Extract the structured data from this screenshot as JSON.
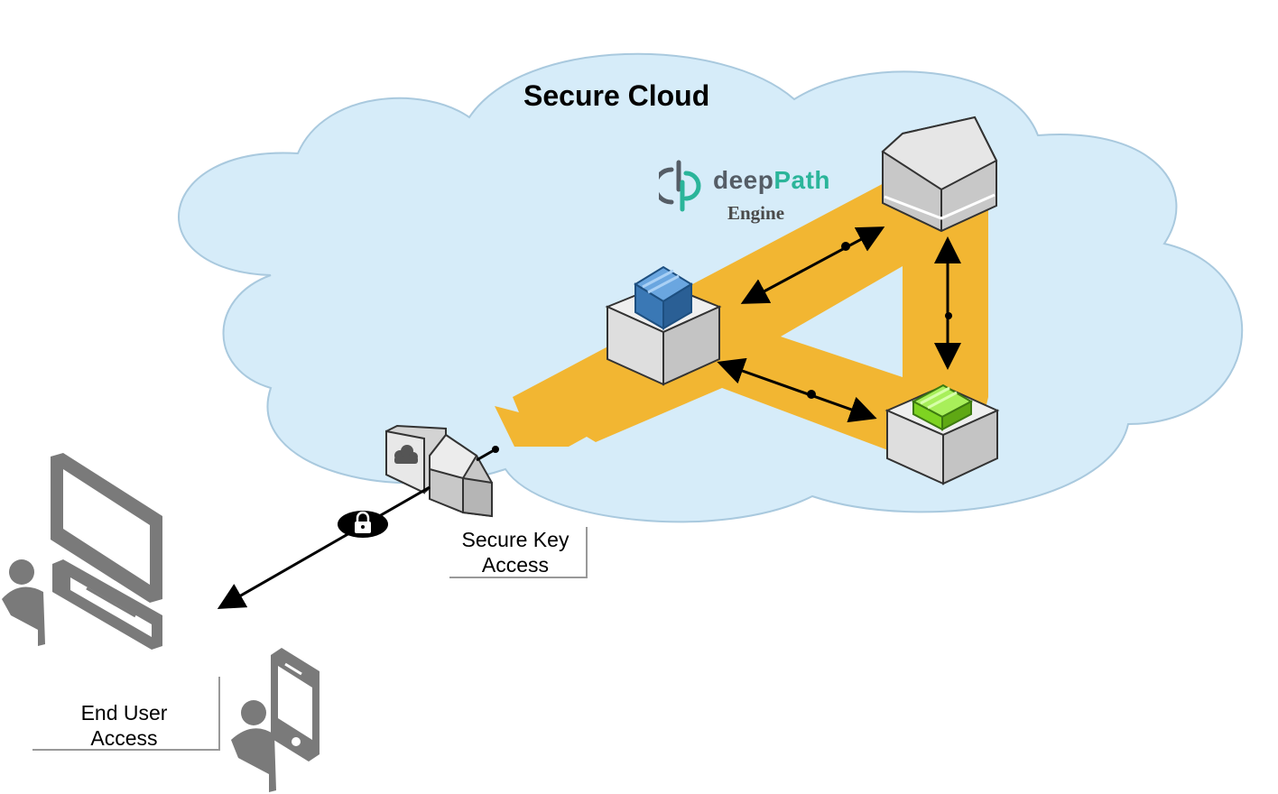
{
  "diagram": {
    "title": "Secure Cloud",
    "logo": {
      "word_a": "deep",
      "word_b": "Path",
      "subtitle": "Engine",
      "brand_colors": {
        "dark": "#555d66",
        "teal": "#2bb59a"
      }
    },
    "labels": {
      "secure_key_line1": "Secure Key",
      "secure_key_line2": "Access",
      "end_user_line1": "End User",
      "end_user_line2": "Access"
    },
    "nodes": [
      {
        "name": "octagon-server-node",
        "color": "#d7d7d7"
      },
      {
        "name": "blue-module-node",
        "color": "#3a78b5"
      },
      {
        "name": "green-module-node",
        "color": "#7ed321"
      }
    ],
    "colors": {
      "cloud": "#d6ecf9",
      "flow": "#f2b632",
      "arrow": "#000000",
      "device_gray": "#7a7a7a"
    },
    "icons": [
      "cloud-key-icon",
      "lock-icon",
      "desktop-computer-icon",
      "mobile-phone-icon",
      "user-icon"
    ]
  }
}
